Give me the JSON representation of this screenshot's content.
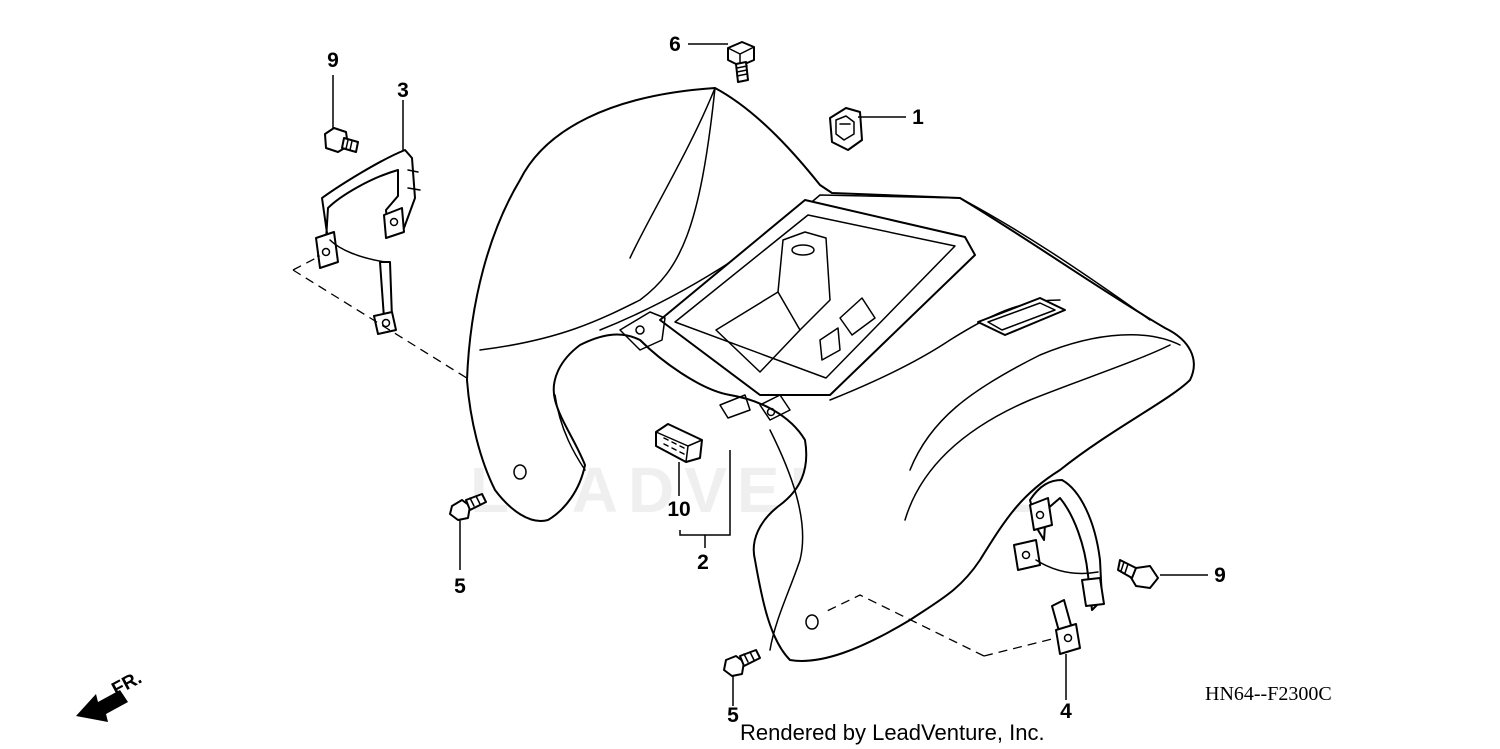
{
  "callouts": {
    "c1": "1",
    "c2": "2",
    "c3": "3",
    "c4": "4",
    "c5a": "5",
    "c5b": "5",
    "c6": "6",
    "c9a": "9",
    "c9b": "9",
    "c10": "10"
  },
  "diagram_code": "HN64--F2300C",
  "render_credit": "Rendered by LeadVenture, Inc.",
  "watermark": "LEADVENTURE",
  "direction_label": "FR."
}
